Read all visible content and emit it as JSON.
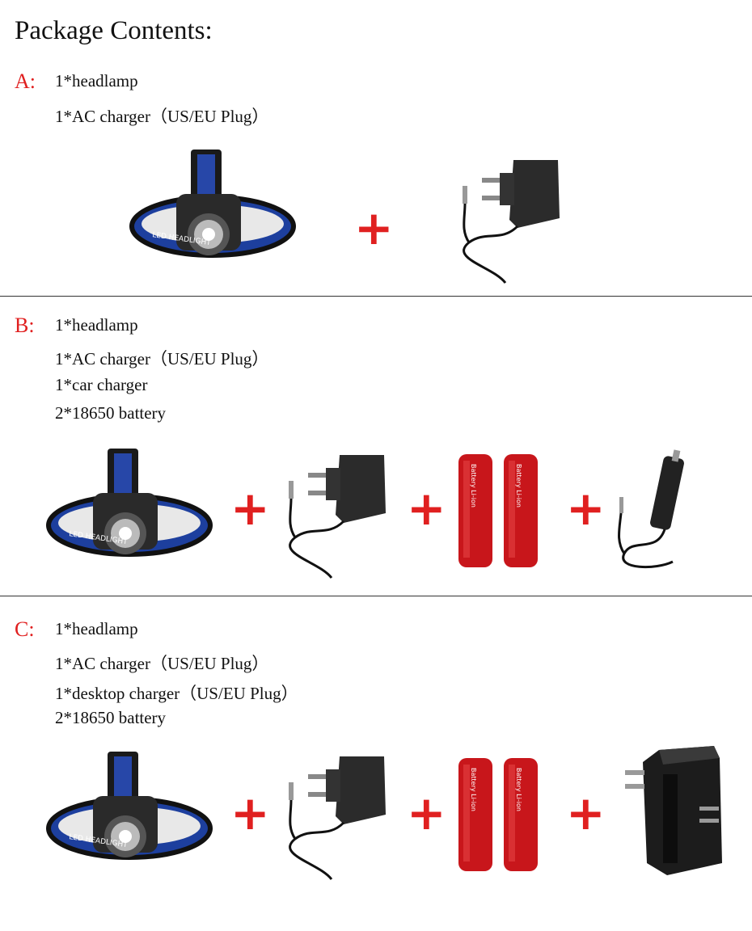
{
  "title": "Package Contents:",
  "sections": [
    {
      "letter": "A:",
      "items": [
        "1*headlamp",
        "1*AC charger（US/EU Plug）"
      ],
      "products": [
        "headlamp",
        "ac-charger"
      ]
    },
    {
      "letter": "B:",
      "items": [
        "1*headlamp",
        "1*AC charger（US/EU Plug）",
        "1*car charger",
        "2*18650 battery"
      ],
      "products": [
        "headlamp",
        "ac-charger",
        "batteries",
        "car-charger"
      ]
    },
    {
      "letter": "C:",
      "items": [
        "1*headlamp",
        "1*AC charger（US/EU Plug）",
        "1*desktop charger（US/EU Plug）",
        "2*18650 battery"
      ],
      "products": [
        "headlamp",
        "ac-charger",
        "batteries",
        "desktop-charger"
      ]
    }
  ],
  "plus_symbol": "+",
  "headlamp_strap_text": "LED HEADLIGHT",
  "battery_label": "Battery Li-ion",
  "colors": {
    "accent": "#e02020",
    "strap": "#1d3f9e",
    "battery": "#c8161b"
  }
}
